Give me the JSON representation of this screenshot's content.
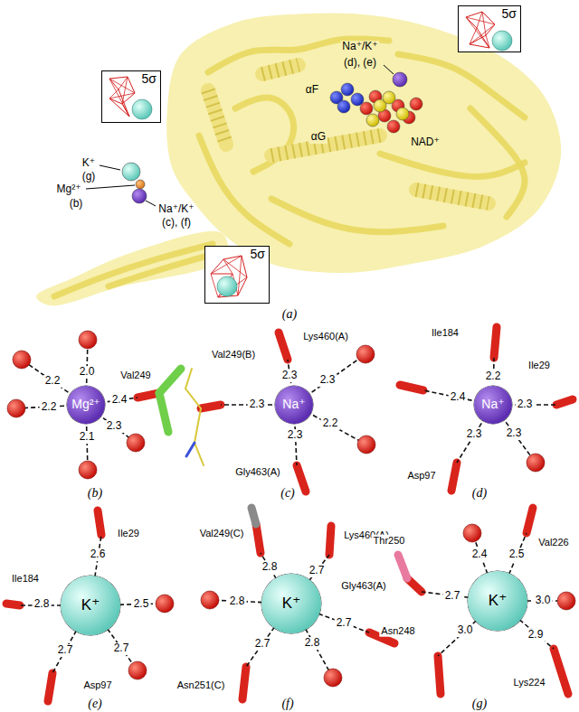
{
  "diagram": {
    "nodes": [
      {
        "text": [
          "5σ"
        ]
      },
      {
        "text": [
          "5σ"
        ]
      },
      {
        "text": [
          "5σ"
        ]
      },
      {
        "text": [
          "Mg²⁺"
        ]
      },
      {
        "text": [
          "Na⁺"
        ]
      },
      {
        "text": [
          "Na⁺"
        ]
      },
      {
        "text": [
          "K⁺"
        ]
      },
      {
        "text": [
          "K⁺"
        ]
      },
      {
        "text": [
          "K⁺"
        ]
      }
    ],
    "labels": [
      "Na⁺/K⁺",
      "(d), (e)",
      "K⁺",
      "(g)",
      "Mg²⁺",
      "(b)",
      "Na⁺/K⁺",
      "(c), (f)",
      "αF",
      "αG",
      "NAD⁺",
      "(a)",
      "2.0",
      "2.2",
      "2.2",
      "2.4",
      "Val249",
      "2.3",
      "2.1",
      "(b)",
      "Lys460(A)",
      "Val249(B)",
      "2.3",
      "2.3",
      "2.3",
      "2.2",
      "2.3",
      "Gly463(A)",
      "(c)",
      "Ile184",
      "Ile29",
      "2.2",
      "2.4",
      "2.3",
      "2.3",
      "2.3",
      "Asp97",
      "(d)",
      "Ile29",
      "Ile184",
      "2.6",
      "2.8",
      "2.5",
      "2.7",
      "2.7",
      "Asp97",
      "(e)",
      "Val249(C)",
      "Lys460(A)",
      "2.8",
      "2.8",
      "2.7",
      "Gly463(A)",
      "2.7",
      "2.7",
      "2.8",
      "Asn251(C)",
      "(f)",
      "Thr250",
      "Val226",
      "2.4",
      "2.5",
      "2.7",
      "3.0",
      "2.9",
      "3.0",
      "Asn248",
      "Lys224",
      "(g)"
    ]
  }
}
